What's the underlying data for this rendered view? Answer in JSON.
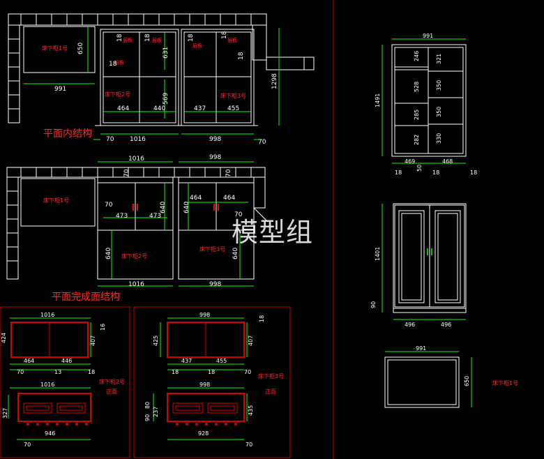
{
  "colors": {
    "background": "#000000",
    "outline": "#ffffff",
    "dimension": "#00ff00",
    "label": "#ff2a2a",
    "section_frame": "#c00000",
    "drawer": "#d40000",
    "handle": "#e01010",
    "green_handle": "#00c000"
  },
  "watermark": "模型组",
  "plan_inner": {
    "title": "平面内结构",
    "cab1_label": "床下柜1号",
    "cab2_label": "床下柜2号",
    "cab3_label": "床下柜3号",
    "d_650": "650",
    "d_991": "991",
    "d_1016": "1016",
    "d_998": "998",
    "d_70_left": "70",
    "d_70_right": "70",
    "d_1298": "1298",
    "d_464": "464",
    "d_440": "440",
    "d_437": "437",
    "d_455": "455",
    "d_569": "569",
    "d_631": "631",
    "d_18_a": "18",
    "d_18_b": "18",
    "d_18_c": "18",
    "d_18_d": "18",
    "d_18_e": "18",
    "d_18_f": "18",
    "tag_1": "层板",
    "tag_2": "层板",
    "tag_3": "层板",
    "tag_4": "层板",
    "tag_5": "层板"
  },
  "plan_finish": {
    "title": "平面完成面结构",
    "cab1_label": "床下柜1号",
    "cab2_label": "床下柜2号",
    "cab3_label": "床下柜3号",
    "d_1016_top": "1016",
    "d_998_top": "998",
    "d_70_a": "70",
    "d_70_b": "70",
    "d_70_c": "70",
    "d_70_d": "70",
    "d_473_a": "473",
    "d_473_b": "473",
    "d_640_a": "640",
    "d_640_b": "640",
    "d_640_c": "640",
    "d_640_d": "640",
    "d_464_a": "464",
    "d_464_b": "464",
    "d_1016_bottom": "1016",
    "d_998_bottom": "998"
  },
  "cab2_detail": {
    "label": "床下柜2号",
    "sublabel": "正面",
    "d_1016": "1016",
    "d_16": "16",
    "d_407": "407",
    "d_464": "464",
    "d_446": "446",
    "d_70": "70",
    "d_13": "13",
    "d_18": "18",
    "d_1016_front": "1016",
    "d_327": "327",
    "d_946": "946",
    "d_70_front": "70",
    "d_left_v": "424"
  },
  "cab3_detail": {
    "label": "床下柜3号",
    "sublabel": "正面",
    "d_998": "998",
    "d_18_top": "18",
    "d_425": "425",
    "d_407": "407",
    "d_437": "437",
    "d_455": "455",
    "d_18_a": "18",
    "d_18_b": "18",
    "d_70": "70",
    "d_998_front": "998",
    "d_80": "80",
    "d_90": "90",
    "d_237": "237",
    "d_435": "435",
    "d_928": "928",
    "d_70_front": "70"
  },
  "wardrobe_inner": {
    "d_991": "991",
    "d_1491": "1491",
    "d_246": "246",
    "d_321": "321",
    "d_528": "528",
    "d_350_a": "350",
    "d_285": "285",
    "d_350_b": "350",
    "d_282": "282",
    "d_330": "330",
    "d_469": "469",
    "d_468": "468",
    "d_18_a": "18",
    "d_18_b": "18",
    "d_18_c": "18",
    "d_50": "50"
  },
  "wardrobe_front": {
    "d_1401": "1401",
    "d_90": "90",
    "d_496_a": "496",
    "d_496_b": "496"
  },
  "cab1_plan": {
    "d_991": "991",
    "d_650": "650",
    "label": "床下柜1号"
  }
}
